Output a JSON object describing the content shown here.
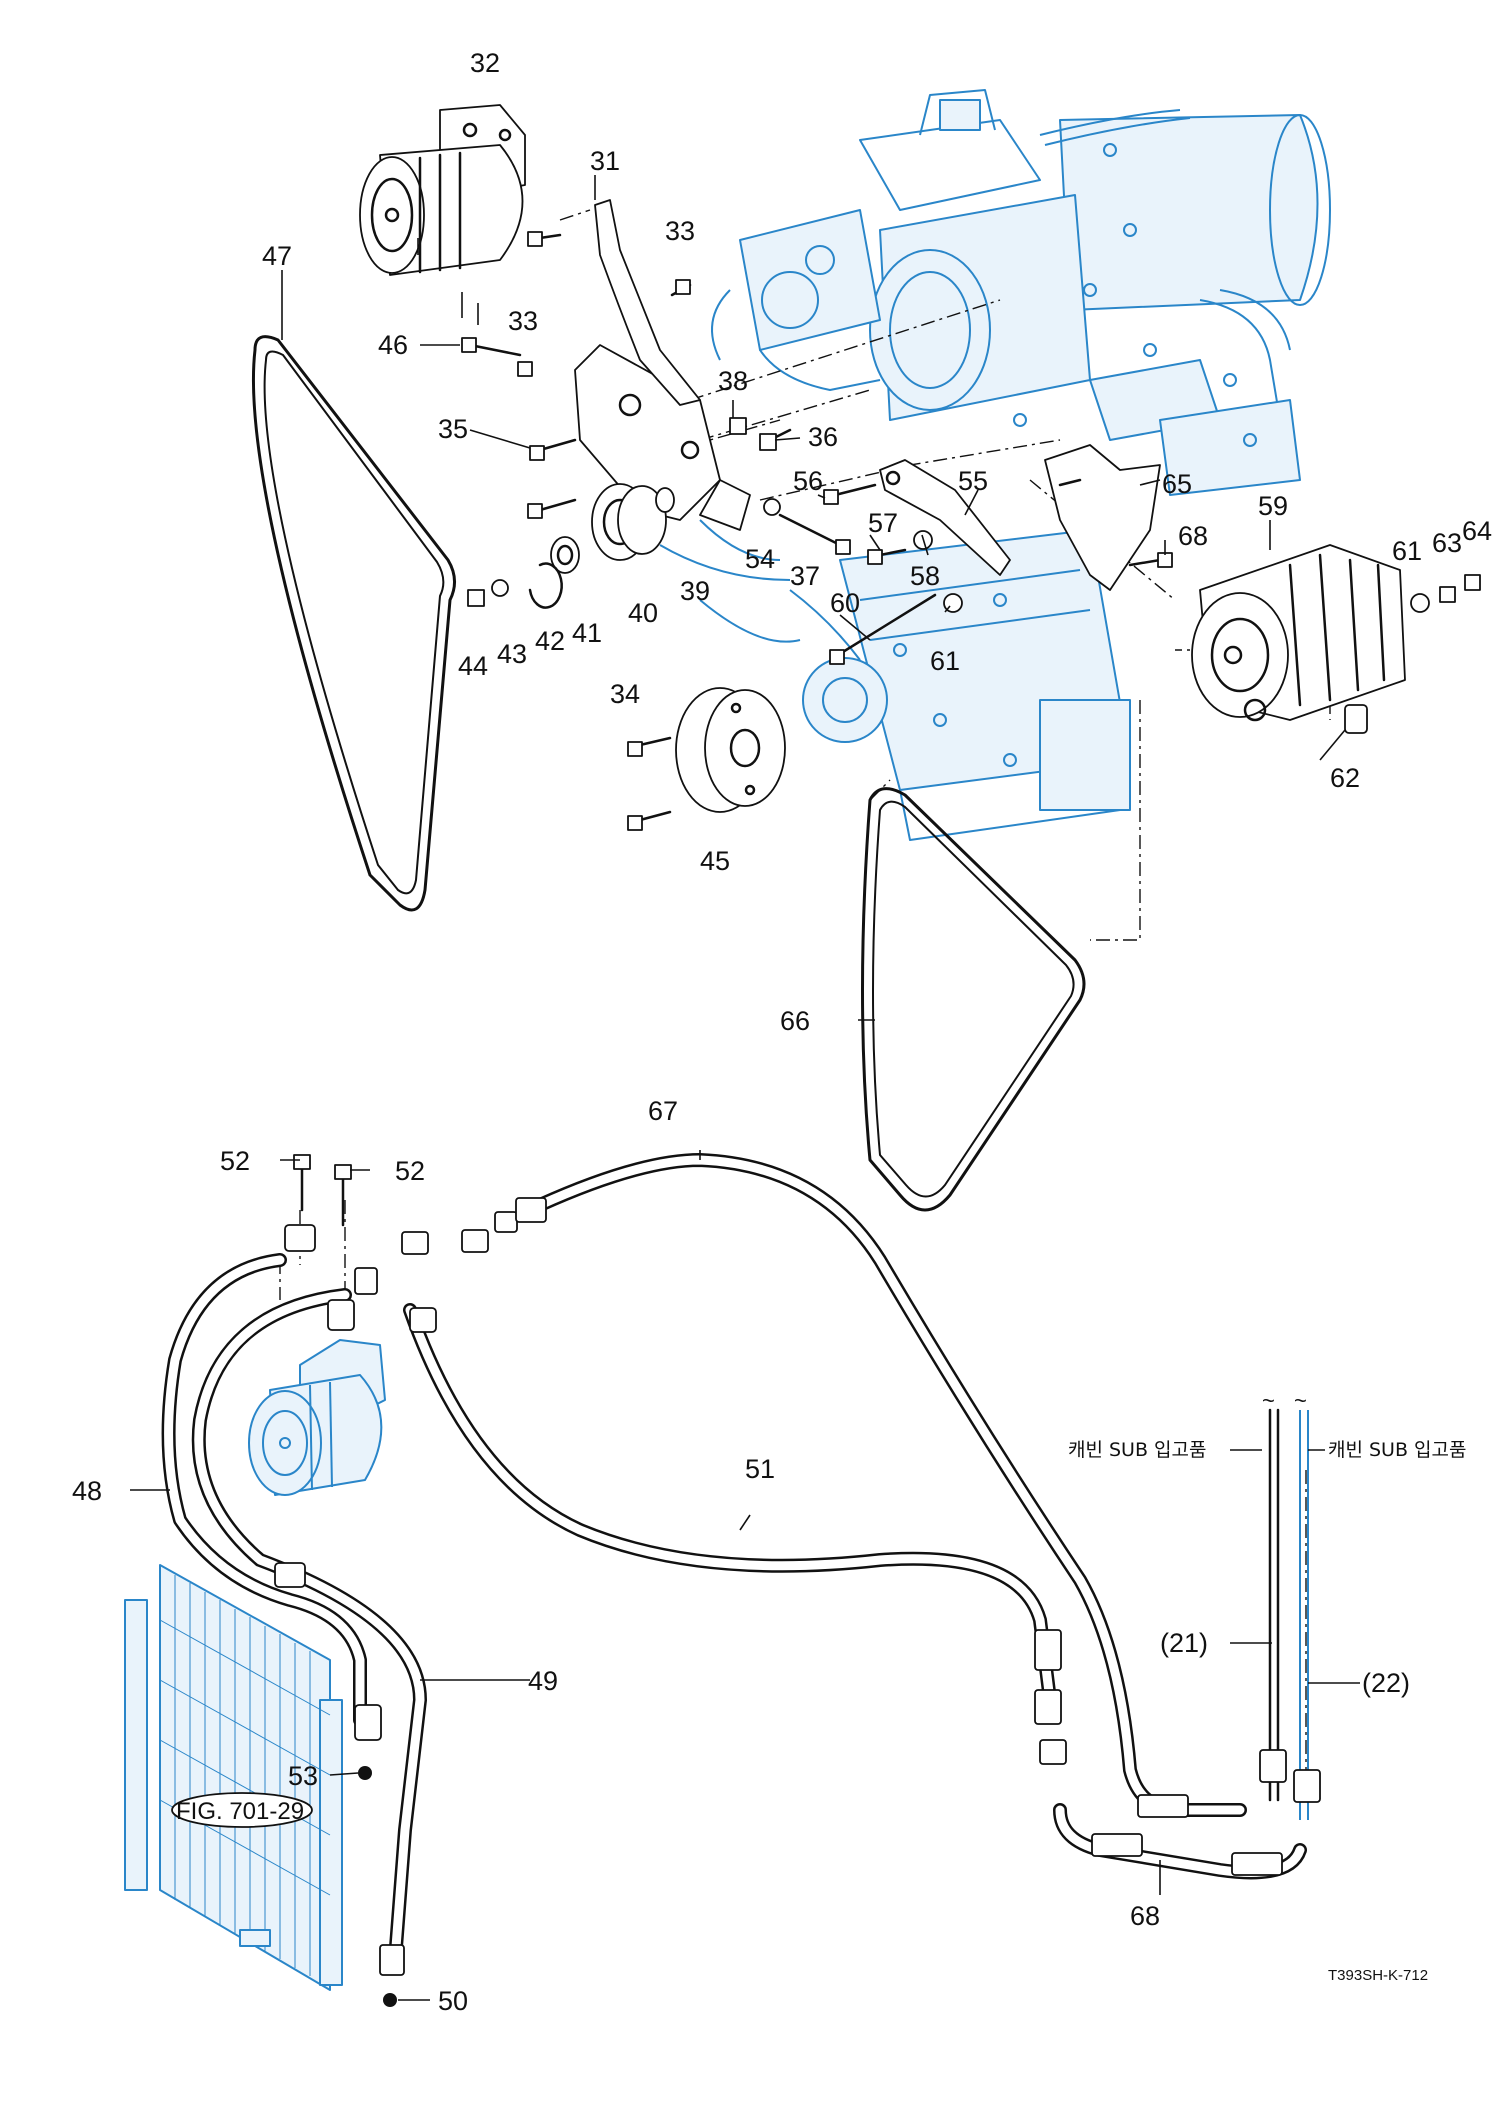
{
  "labels": {
    "p31": "31",
    "p32": "32",
    "p33a": "33",
    "p33b": "33",
    "p34": "34",
    "p35": "35",
    "p36": "36",
    "p37": "37",
    "p38": "38",
    "p39": "39",
    "p40": "40",
    "p41": "41",
    "p42": "42",
    "p43": "43",
    "p44": "44",
    "p45": "45",
    "p46": "46",
    "p47": "47",
    "p48": "48",
    "p49": "49",
    "p50": "50",
    "p51": "51",
    "p52a": "52",
    "p52b": "52",
    "p53": "53",
    "p54": "54",
    "p55": "55",
    "p56": "56",
    "p57": "57",
    "p58": "58",
    "p59": "59",
    "p60": "60",
    "p61a": "61",
    "p61b": "61",
    "p62": "62",
    "p63": "63",
    "p64": "64",
    "p65": "65",
    "p66": "66",
    "p67": "67",
    "p68a": "68",
    "p68b": "68",
    "ref21": "(21)",
    "ref22": "(22)"
  },
  "annotations": {
    "cabin_sub_left": "캐빈 SUB 입고품",
    "cabin_sub_right": "캐빈 SUB 입고품",
    "fig_ref": "FIG. 701-29",
    "drawing_code": "T393SH-K-712"
  },
  "colors": {
    "line": "#111111",
    "engine_blue": "#2a86c9",
    "fill_light": "#e9f3fb"
  }
}
